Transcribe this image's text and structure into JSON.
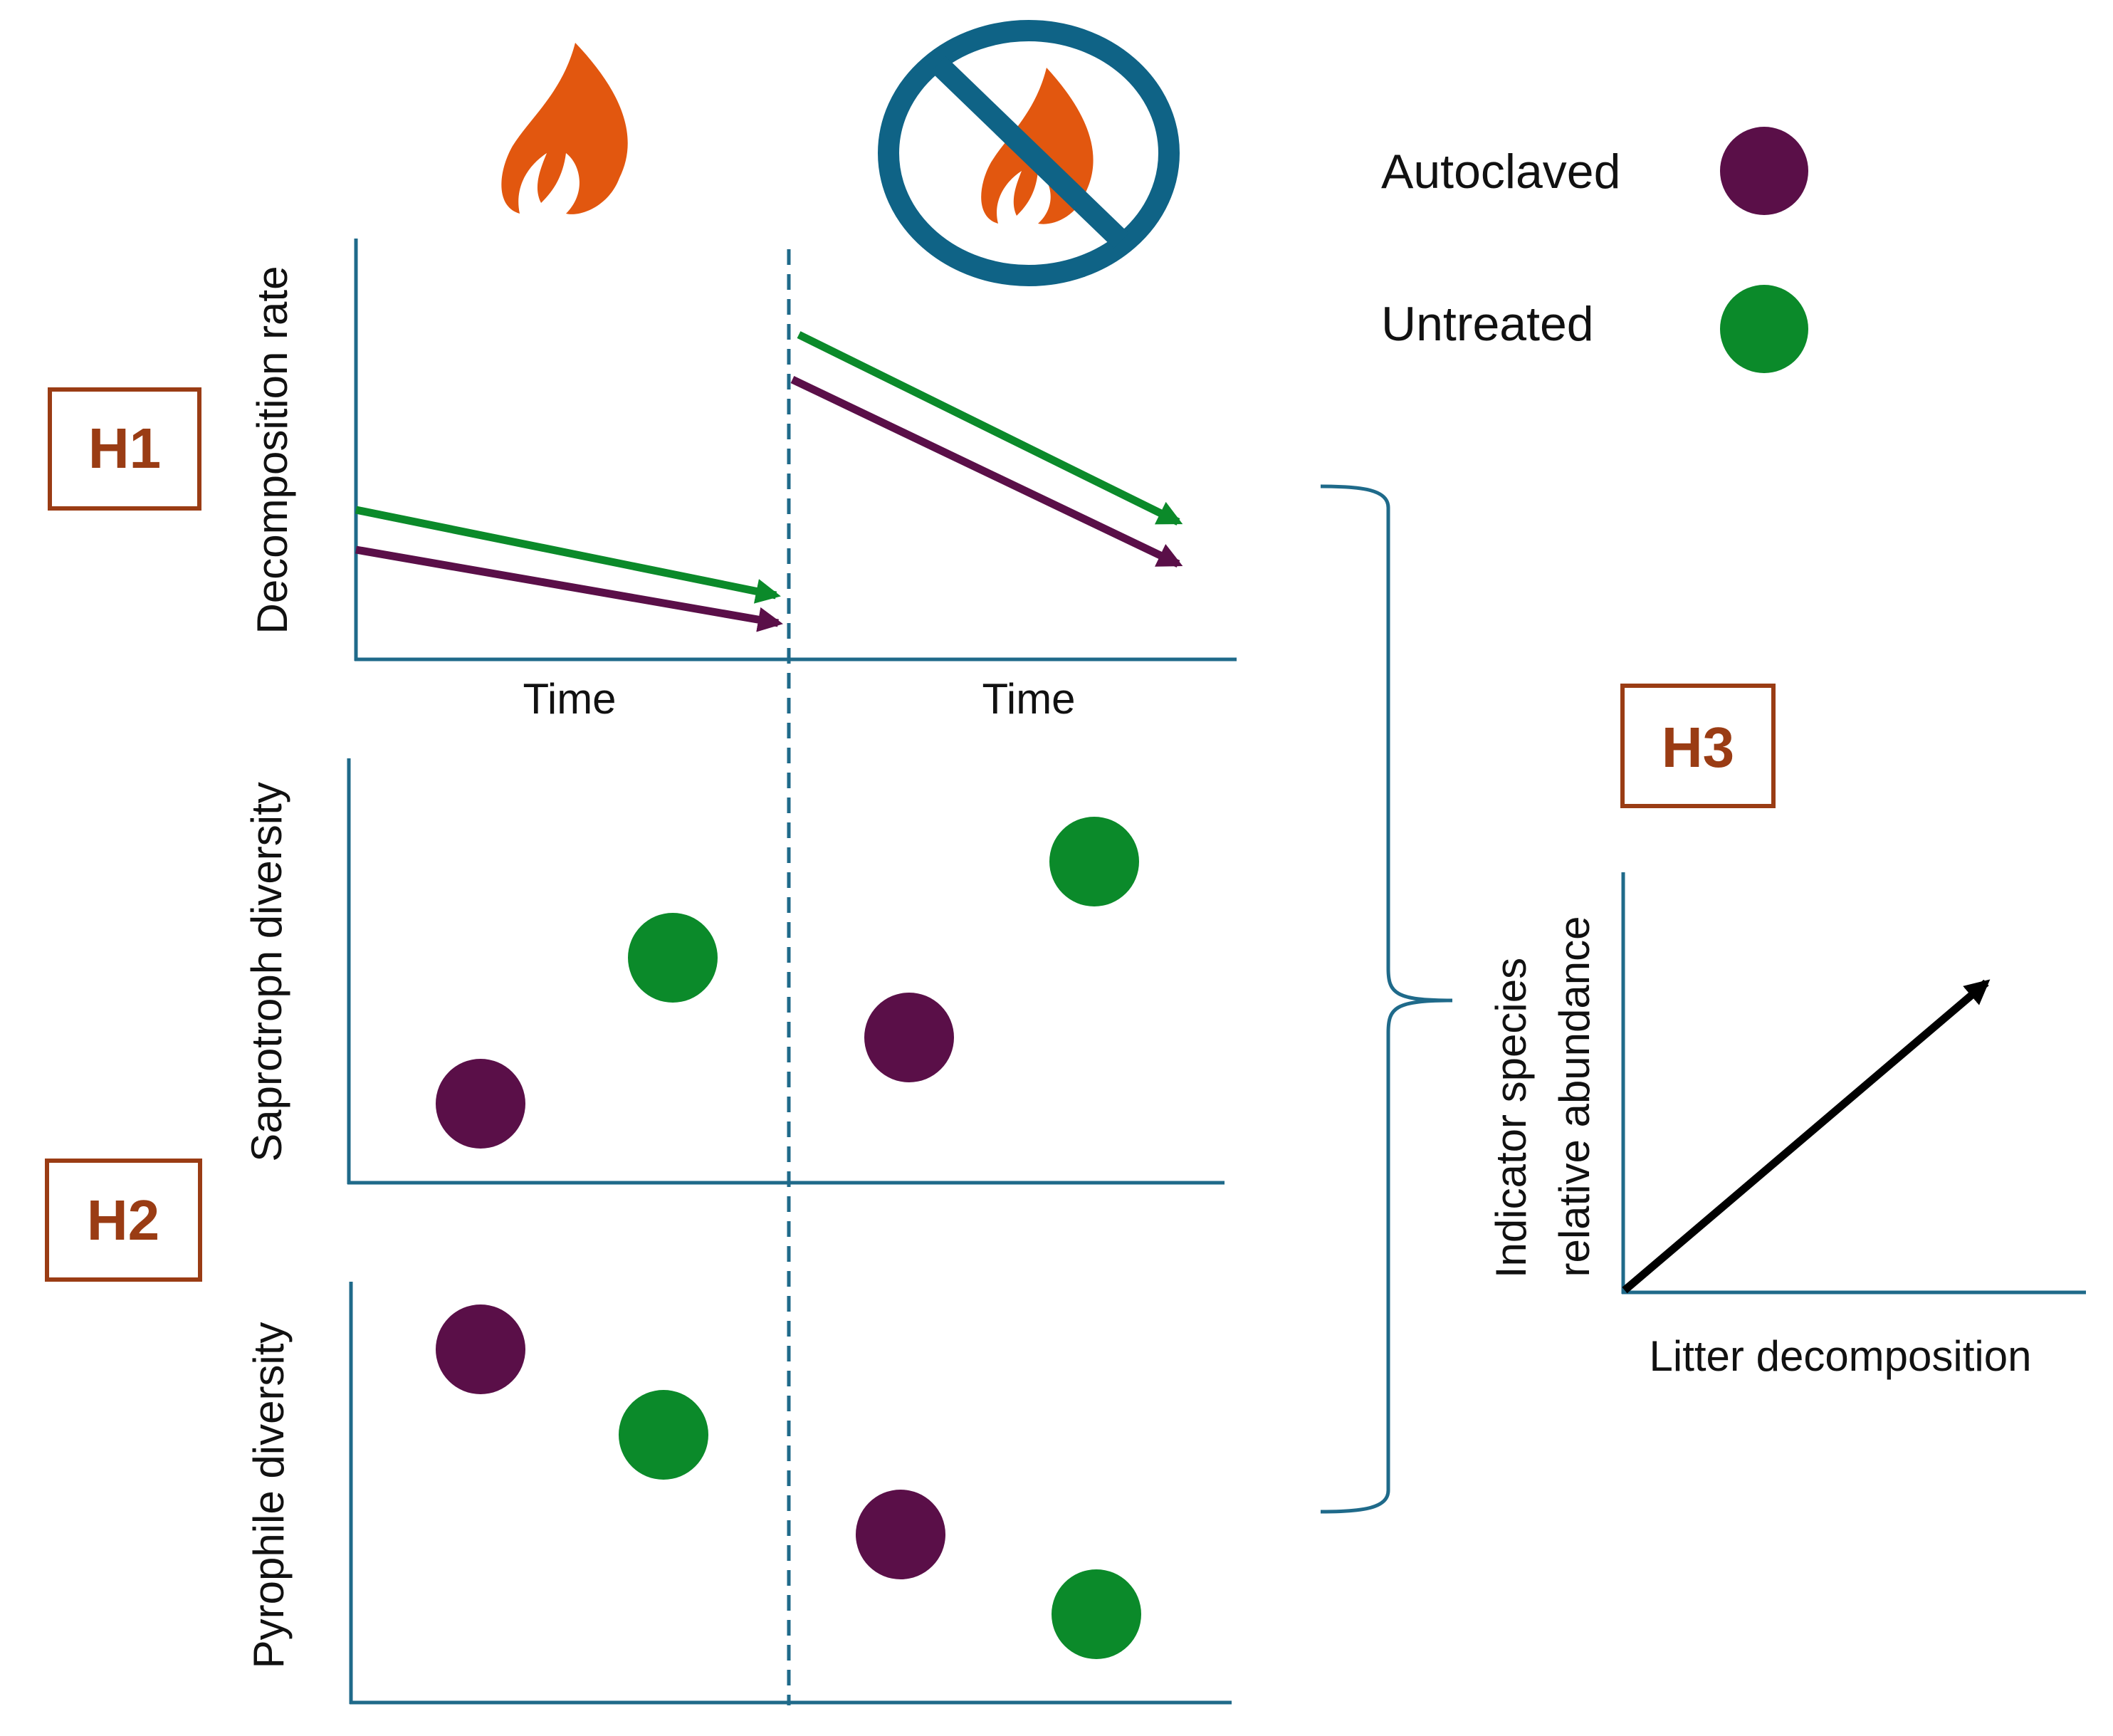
{
  "hypotheses": {
    "h1": "H1",
    "h2": "H2",
    "h3": "H3"
  },
  "legend": {
    "autoclaved": "Autoclaved",
    "untreated": "Untreated"
  },
  "conditions": {
    "left": "fire-icon",
    "right": "no-fire-icon"
  },
  "panels": {
    "decomposition": {
      "ylabel": "Decomposition rate",
      "xlabel_left": "Time",
      "xlabel_right": "Time"
    },
    "saprotroph": {
      "ylabel": "Saprotroph diversity"
    },
    "pyrophile": {
      "ylabel": "Pyrophile diversity"
    },
    "indicator": {
      "ylabel_line1": "Indicator species",
      "ylabel_line2": "relative abundance",
      "xlabel": "Litter decomposition"
    }
  },
  "colors": {
    "axis": "#1f6a8a",
    "autoclaved": "#5a0f48",
    "untreated": "#0b8a2a",
    "hypothesis": "#9a3c14",
    "flame": "#e2570f",
    "prohibit": "#0f6386",
    "text": "#111111"
  }
}
